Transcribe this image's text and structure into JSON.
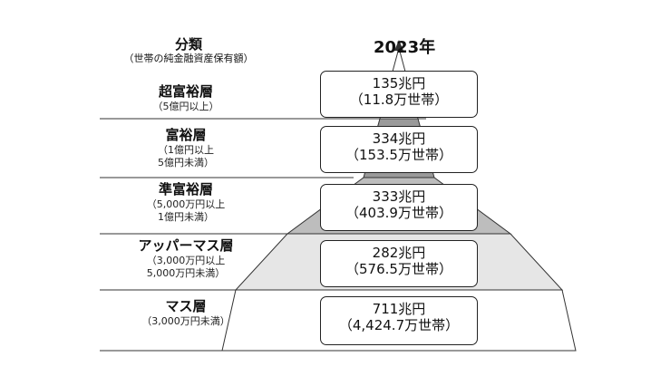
{
  "header": {
    "category_title": "分類",
    "category_subtitle": "（世帯の純金融資産保有額）",
    "year": "2023年"
  },
  "tiers": [
    {
      "name": "超富裕層",
      "range": [
        "（5億円以上）"
      ],
      "amount": "135兆円",
      "households": "（11.8万世帯）",
      "fill": "#ffffff"
    },
    {
      "name": "富裕層",
      "range": [
        "（1億円以上",
        "5億円未満）"
      ],
      "amount": "334兆円",
      "households": "（153.5万世帯）",
      "fill": "#9a9a9a"
    },
    {
      "name": "準富裕層",
      "range": [
        "（5,000万円以上",
        "1億円未満）"
      ],
      "amount": "333兆円",
      "households": "（403.9万世帯）",
      "fill": "#bdbdbd"
    },
    {
      "name": "アッパーマス層",
      "range": [
        "（3,000万円以上",
        "5,000万円未満）"
      ],
      "amount": "282兆円",
      "households": "（576.5万世帯）",
      "fill": "#e6e6e6"
    },
    {
      "name": "マス層",
      "range": [
        "（3,000万円未満）"
      ],
      "amount": "711兆円",
      "households": "（4,424.7万世帯）",
      "fill": "#ffffff"
    }
  ]
}
